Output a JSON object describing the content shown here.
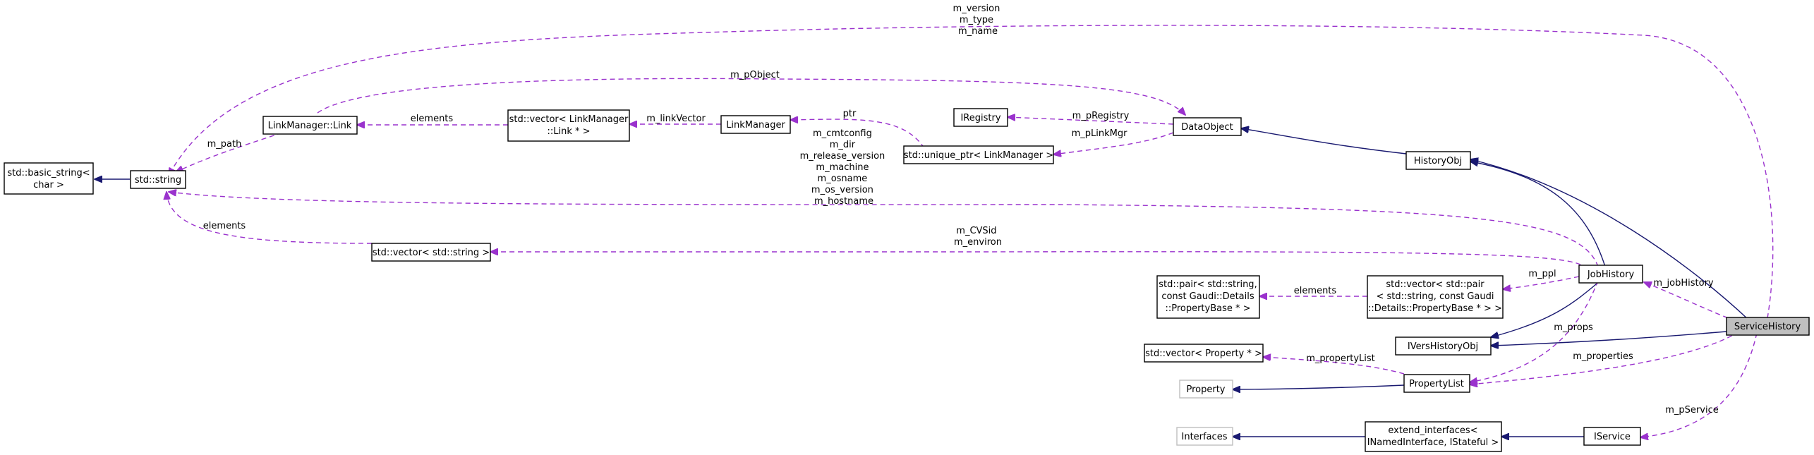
{
  "nodes": {
    "basic_string": {
      "lines": [
        "std::basic_string<",
        "char >"
      ]
    },
    "string": {
      "lines": [
        "std::string"
      ]
    },
    "link": {
      "lines": [
        "LinkManager::Link"
      ]
    },
    "vec_link": {
      "lines": [
        "std::vector< LinkManager",
        "::Link * >"
      ]
    },
    "linkmanager": {
      "lines": [
        "LinkManager"
      ]
    },
    "iregistry": {
      "lines": [
        "IRegistry"
      ]
    },
    "uptr": {
      "lines": [
        "std::unique_ptr< LinkManager >"
      ]
    },
    "dataobject": {
      "lines": [
        "DataObject"
      ]
    },
    "historyobj": {
      "lines": [
        "HistoryObj"
      ]
    },
    "vec_string": {
      "lines": [
        "std::vector< std::string >"
      ]
    },
    "pair": {
      "lines": [
        "std::pair< std::string,",
        "const Gaudi::Details",
        "::PropertyBase * >"
      ]
    },
    "vec_pair": {
      "lines": [
        "std::vector< std::pair",
        "< std::string, const Gaudi",
        "::Details::PropertyBase * > >"
      ]
    },
    "jobhistory": {
      "lines": [
        "JobHistory"
      ]
    },
    "iverhist": {
      "lines": [
        "IVersHistoryObj"
      ]
    },
    "vec_prop": {
      "lines": [
        "std::vector< Property * >"
      ]
    },
    "property": {
      "lines": [
        "Property"
      ]
    },
    "propertylist": {
      "lines": [
        "PropertyList"
      ]
    },
    "servicehistory": {
      "lines": [
        "ServiceHistory"
      ]
    },
    "interfaces": {
      "lines": [
        "Interfaces"
      ]
    },
    "extend": {
      "lines": [
        "extend_interfaces<",
        "INamedInterface, IStateful >"
      ]
    },
    "iservice": {
      "lines": [
        "IService"
      ]
    }
  },
  "edge_labels": {
    "sh_string": [
      "m_version",
      "m_type",
      "m_name"
    ],
    "link_dataobj": [
      "m_pObject"
    ],
    "link_string": [
      "m_path"
    ],
    "veclink_link": [
      "elements"
    ],
    "lm_veclink": [
      "m_linkVector"
    ],
    "uptr_lm": [
      "ptr"
    ],
    "do_ireg": [
      "m_pRegistry"
    ],
    "do_uptr": [
      "m_pLinkMgr"
    ],
    "jh_string": [
      "m_cmtconfig",
      "m_dir",
      "m_release_version",
      "m_machine",
      "m_osname",
      "m_os_version",
      "m_hostname"
    ],
    "vecstr_string": [
      "elements"
    ],
    "jh_vecstr": [
      "m_CVSid",
      "m_environ"
    ],
    "vecpair_pair": [
      "elements"
    ],
    "jh_vecpair": [
      "m_ppl"
    ],
    "sh_jh": [
      "m_jobHistory"
    ],
    "jh_pl": [
      "m_props"
    ],
    "pl_vecprop": [
      "m_propertyList"
    ],
    "sh_pl": [
      "m_properties"
    ],
    "sh_iservice": [
      "m_pService"
    ]
  },
  "colors": {
    "inheritance": "#191970",
    "usage": "#9a32cd",
    "highlight_fill": "#bfbfbf",
    "grey_border": "#bfbfbf"
  }
}
